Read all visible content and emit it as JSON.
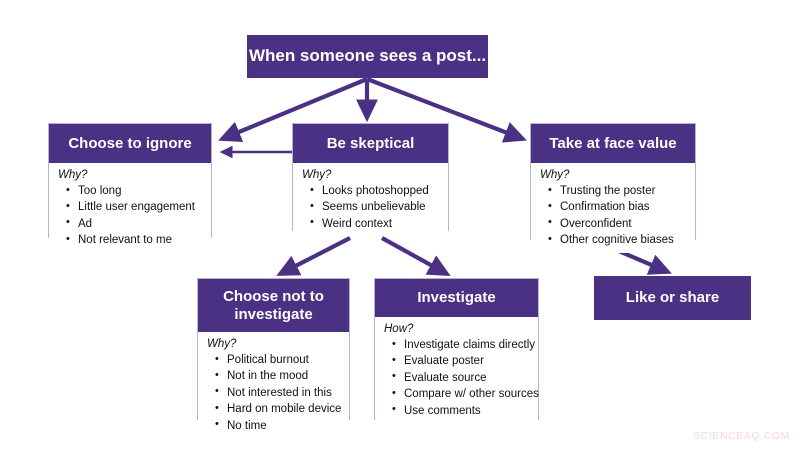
{
  "diagram": {
    "accent_color": "#4a3184",
    "text_color": "#111111",
    "background": "#ffffff",
    "watermark": "SCIENCEAQ.COM",
    "nodes": [
      {
        "id": "root",
        "title": "When someone sees a post...",
        "question": "",
        "items": []
      },
      {
        "id": "ignore",
        "title": "Choose to ignore",
        "question": "Why?",
        "items": [
          "Too long",
          "Little user engagement",
          "Ad",
          "Not relevant to me"
        ]
      },
      {
        "id": "skeptical",
        "title": "Be skeptical",
        "question": "Why?",
        "items": [
          "Looks photoshopped",
          "Seems unbelievable",
          "Weird context"
        ]
      },
      {
        "id": "face",
        "title": "Take at face value",
        "question": "Why?",
        "items": [
          "Trusting the poster",
          "Confirmation bias",
          "Overconfident",
          "Other cognitive biases"
        ]
      },
      {
        "id": "noinvest",
        "title": "Choose not to investigate",
        "question": "Why?",
        "items": [
          "Political burnout",
          "Not in the mood",
          "Not interested in this",
          "Hard on mobile device",
          "No time"
        ]
      },
      {
        "id": "invest",
        "title": "Investigate",
        "question": "How?",
        "items": [
          "Investigate claims directly",
          "Evaluate poster",
          "Evaluate source",
          "Compare w/ other sources",
          "Use comments"
        ]
      },
      {
        "id": "like",
        "title": "Like or share",
        "question": "",
        "items": []
      }
    ],
    "edges": [
      {
        "from": "root",
        "to": "ignore"
      },
      {
        "from": "root",
        "to": "skeptical"
      },
      {
        "from": "root",
        "to": "face"
      },
      {
        "from": "skeptical",
        "to": "ignore"
      },
      {
        "from": "skeptical",
        "to": "noinvest"
      },
      {
        "from": "skeptical",
        "to": "invest"
      },
      {
        "from": "face",
        "to": "like"
      }
    ]
  }
}
